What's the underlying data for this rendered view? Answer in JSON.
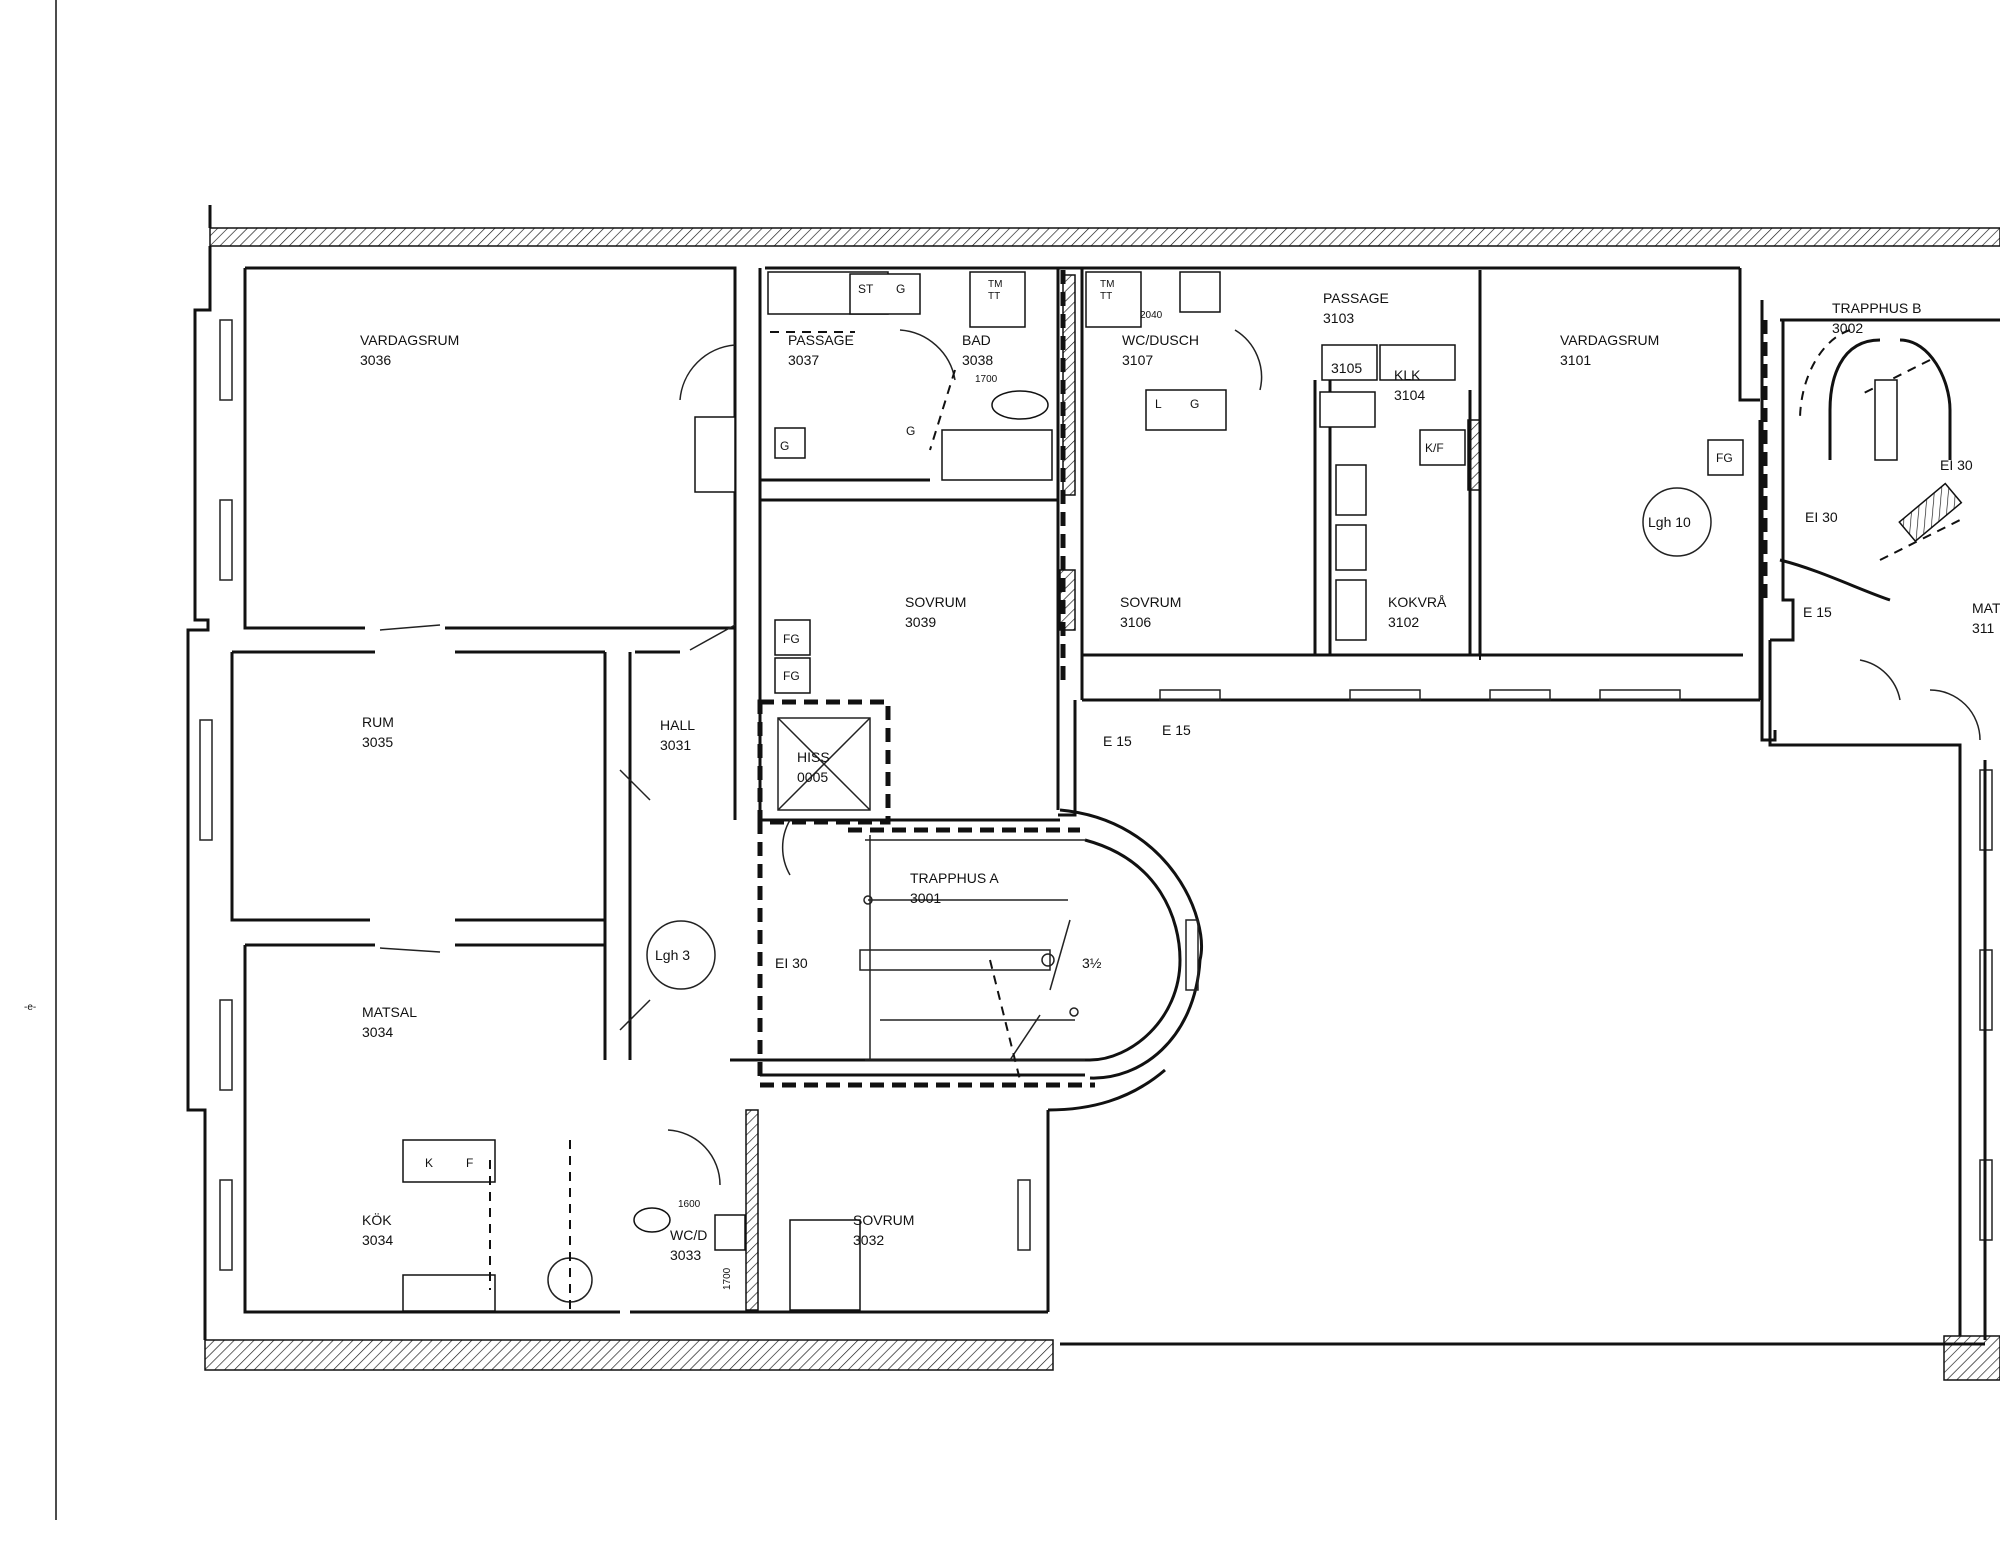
{
  "rooms": {
    "vardagsrum_3036": {
      "name": "VARDAGSRUM",
      "number": "3036"
    },
    "passage_3037": {
      "name": "PASSAGE",
      "number": "3037"
    },
    "bad_3038": {
      "name": "BAD",
      "number": "3038"
    },
    "wc_dusch_3107": {
      "name": "WC/DUSCH",
      "number": "3107"
    },
    "passage_3103": {
      "name": "PASSAGE",
      "number": "3103"
    },
    "vardagsrum_3101": {
      "name": "VARDAGSRUM",
      "number": "3101"
    },
    "trapphus_3002": {
      "name": "TRAPPHUS B",
      "number": "3002"
    },
    "rum_3035": {
      "name": "RUM",
      "number": "3035"
    },
    "hall_3031": {
      "name": "HALL",
      "number": "3031"
    },
    "sovrum_3039": {
      "name": "SOVRUM",
      "number": "3039"
    },
    "sovrum_3106": {
      "name": "SOVRUM",
      "number": "3106"
    },
    "kokvra_3102": {
      "name": "KOKVRÅ",
      "number": "3102"
    },
    "klk_3104": {
      "name": "KLK",
      "number": "3104"
    },
    "room_3105": {
      "number": "3105"
    },
    "hiss_0005": {
      "name": "HISS",
      "number": "0005"
    },
    "trapphus_3001": {
      "name": "TRAPPHUS A",
      "number": "3001"
    },
    "matsal_3034": {
      "name": "MATSAL",
      "number": "3034"
    },
    "kok_3034": {
      "name": "KÖK",
      "number": "3034"
    },
    "wcd_3033": {
      "name": "WC/D",
      "number": "3033"
    },
    "sovrum_3032": {
      "name": "SOVRUM",
      "number": "3032"
    },
    "partial_right": {
      "name": "MAT",
      "number": "311"
    }
  },
  "apartments": {
    "lgh3": "Lgh 3",
    "lgh10": "Lgh 10"
  },
  "fire_ratings": {
    "ei30_a": "EI 30",
    "ei30_b": "EI 30",
    "ei30_c": "EI 30",
    "e15_a": "E 15",
    "e15_b": "E 15",
    "e15_c": "E 15"
  },
  "fixtures": {
    "fg": "FG",
    "st": "ST",
    "g": "G",
    "l": "L",
    "k": "K",
    "f": "F",
    "kf": "K/F",
    "tm": "TM",
    "tt": "TT"
  },
  "dimensions": {
    "d1700_a": "1700",
    "d2040": "2040",
    "d1600": "1600",
    "d1700_b": "1700"
  },
  "stair_note": "3½",
  "margin_mark": "-e-"
}
